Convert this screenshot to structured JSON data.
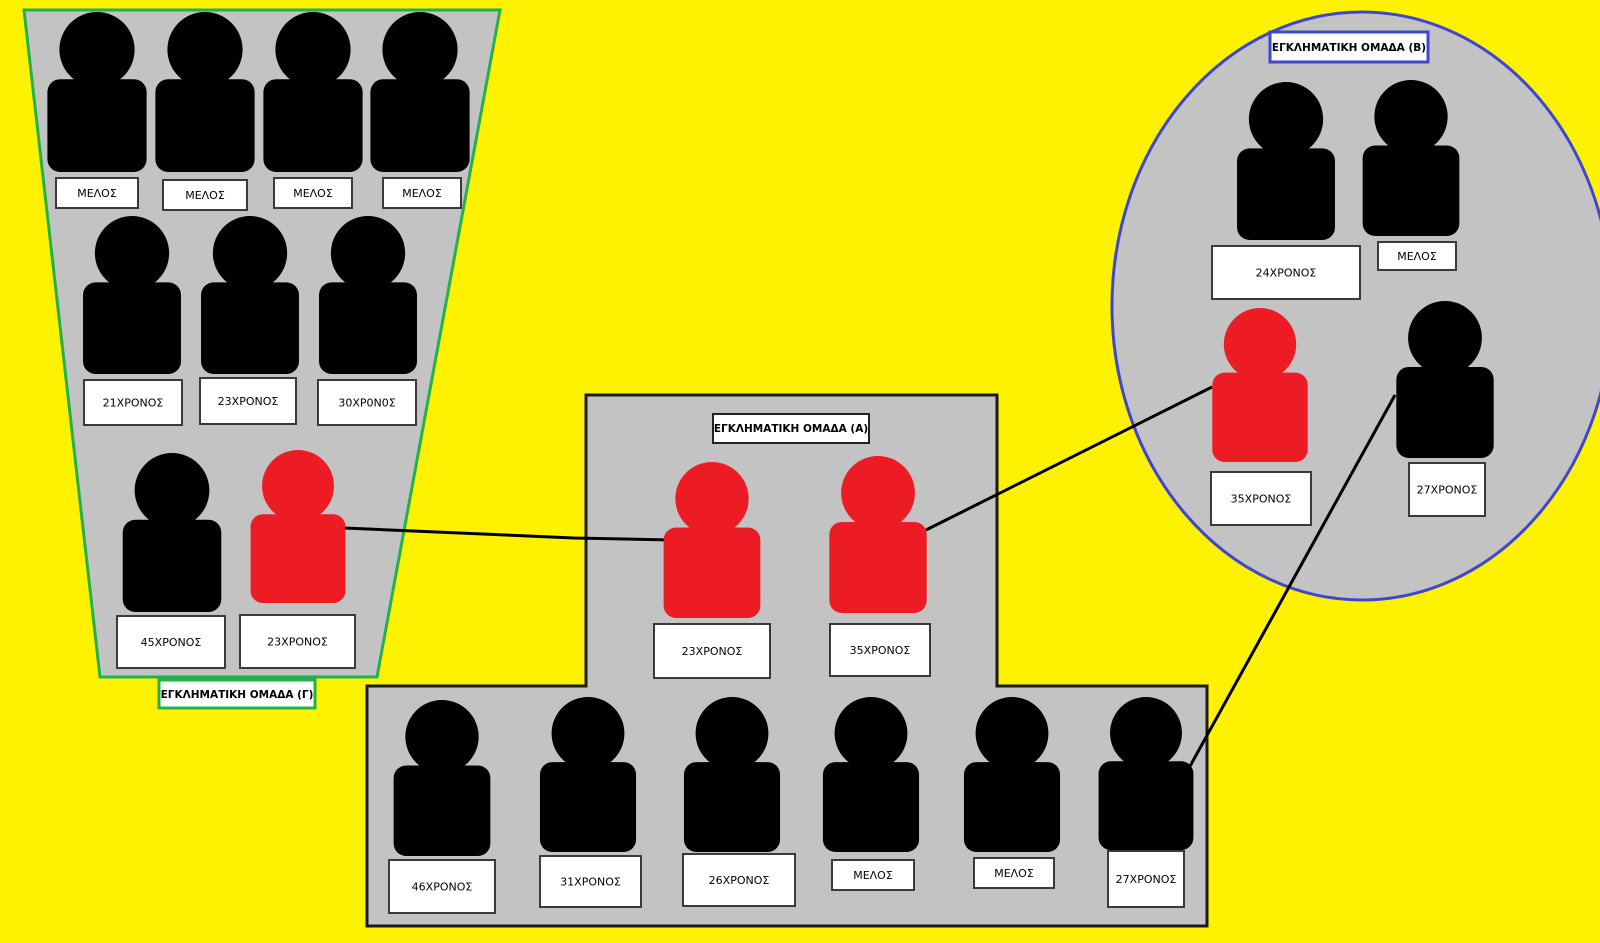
{
  "colors": {
    "background": "#fff200",
    "panel": "#c3c3c3",
    "member": "#000000",
    "leader": "#ed1c24",
    "group_g_border": "#22b14c",
    "group_b_border": "#3f48cc",
    "group_a_border": "#000000"
  },
  "groups": {
    "g_title": "ΕΓΚΛΗΜΑΤΙΚΗ ΟΜΑΔΑ (Γ)",
    "a_title": "ΕΓΚΛΗΜΑΤΙΚΗ ΟΜΑΔΑ (Α)",
    "b_title": "ΕΓΚΛΗΜΑΤΙΚΗ ΟΜΑΔΑ (Β)"
  },
  "people": {
    "g_r1_1": "ΜΕΛΟΣ",
    "g_r1_2": "ΜΕΛΟΣ",
    "g_r1_3": "ΜΕΛΟΣ",
    "g_r1_4": "ΜΕΛΟΣ",
    "g_r2_1": "21ΧΡΟΝΟΣ",
    "g_r2_2": "23ΧΡΟΝΟΣ",
    "g_r2_3": "30ΧΡ0Ν0Σ",
    "g_r3_1": "45ΧΡΟΝΟΣ",
    "g_r3_2": "23ΧΡΟΝΟΣ",
    "a_top_1": "23ΧΡΟΝΟΣ",
    "a_top_2": "35ΧΡΟΝΟΣ",
    "a_bot_1": "46ΧΡΟΝΟΣ",
    "a_bot_2": "31ΧΡΟΝΟΣ",
    "a_bot_3": "26ΧΡΟΝΟΣ",
    "a_bot_4": "ΜΕΛΟΣ",
    "a_bot_5": "ΜΕΛΟΣ",
    "a_bot_6": "27ΧΡΟΝΟΣ",
    "b_1": "24ΧΡΟΝΟΣ",
    "b_2": "ΜΕΛΟΣ",
    "b_3": "35ΧΡΟΝΟΣ",
    "b_4": "27ΧΡΟΝΟΣ"
  }
}
